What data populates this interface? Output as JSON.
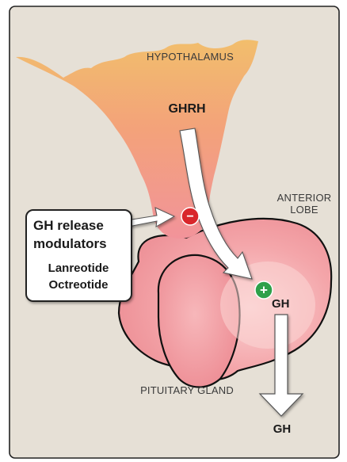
{
  "labels": {
    "hypothalamus": "HYPOTHALAMUS",
    "ghrh": "GHRH",
    "anterior_lobe_line1": "ANTERIOR",
    "anterior_lobe_line2": "LOBE",
    "pituitary_gland": "PITUITARY GLAND",
    "gh_inside": "GH",
    "gh_output": "GH"
  },
  "callout": {
    "line1": "GH release",
    "line2": "modulators",
    "line3": "Lanreotide",
    "line4": "Octreotide"
  },
  "symbols": {
    "inhibit": "−",
    "stimulate": "+"
  },
  "colors": {
    "background": "#e6e0d6",
    "frame": "#222222",
    "hypothalamus_top": "#f2b46a",
    "hypothalamus_mid": "#f4a07a",
    "pituitary": "#f49aa0",
    "inhibit_red": "#d9262b",
    "stimulate_green": "#2ea04a",
    "arrow_fill": "#ffffff"
  }
}
